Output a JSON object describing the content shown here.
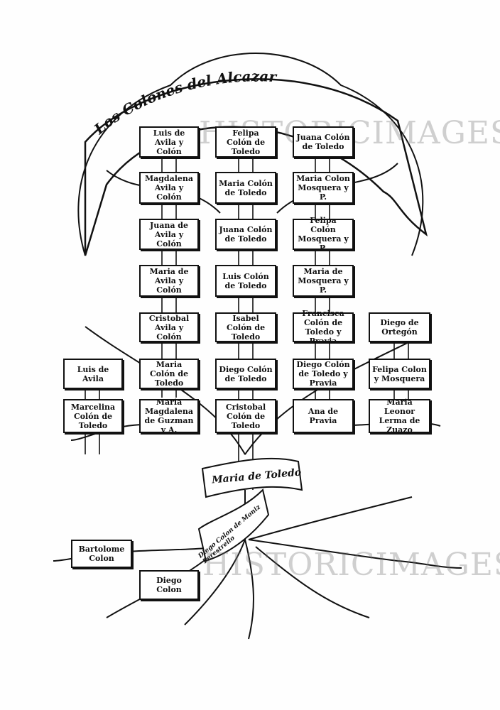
{
  "title": "Los Colones del Alcazar",
  "watermark": "HISTORICIMAGES",
  "ancestors": {
    "ribbon_main": "Maria de Toledo",
    "ribbon_root": "Diego Colon de Moniz Perestrello",
    "root_left_1": "Bartolome Colon",
    "root_left_2": "Diego Colon"
  },
  "rows": [
    [
      "Luis de Avila y Colón",
      "Felipa Colón de Toledo",
      "Juana Colón de Toledo"
    ],
    [
      "Magdalena Avila y Colón",
      "Maria Colón de Toledo",
      "Maria Colon Mosquera y P."
    ],
    [
      "Juana de Avila y Colón",
      "Juana Colón de Toledo",
      "Felipa Colón Mosquera y P."
    ],
    [
      "Maria de Avila y Colón",
      "Luis Colón de Toledo",
      "Maria de Mosquera y P."
    ],
    [
      "Cristobal Avila y Colón",
      "Isabel Colón de Toledo",
      "Francisca Colón de Toledo y Pravia",
      "Diego de Ortegón"
    ],
    [
      "Luis de Avila",
      "Maria Colón de Toledo",
      "Diego Colón de Toledo",
      "Diego Colón de Toledo y Pravia",
      "Felipa Colon y Mosquera"
    ],
    [
      "Marcelina Colón de Toledo",
      "Maria Magdalena de Guzman y A.",
      "Cristobal Colón de Toledo",
      "Ana de Pravia",
      "Maria Leonor Lerma de Zuazo"
    ]
  ]
}
